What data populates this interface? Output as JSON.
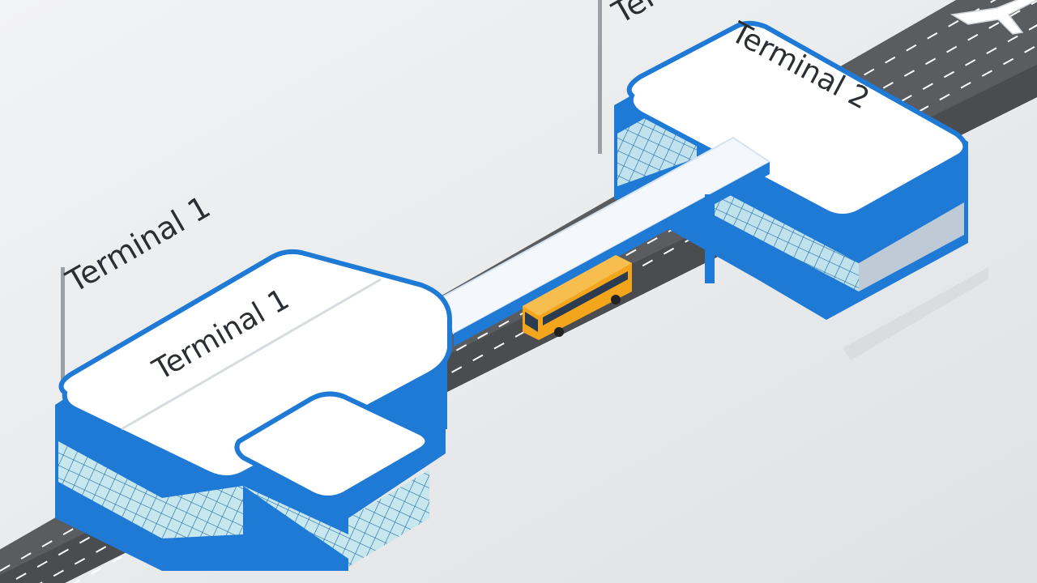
{
  "signs": {
    "terminal1_sign": "Terminal 1",
    "terminal2_sign": "Ter"
  },
  "roofs": {
    "terminal1_roof": "Terminal 1",
    "terminal2_roof": "Terminal 2"
  },
  "colors": {
    "background": "#e9ebed",
    "road": "#5a5c5f",
    "lane_marking": "#ffffff",
    "building_blue": "#1f7ad6",
    "building_blue_dark": "#1563b5",
    "roof": "#ffffff",
    "glass": "#bfe3ec",
    "bus": "#f3a51c",
    "bridge": "#f4f7fb"
  },
  "icons": {
    "vehicle": "bus-icon",
    "aircraft": "airplane-icon"
  }
}
